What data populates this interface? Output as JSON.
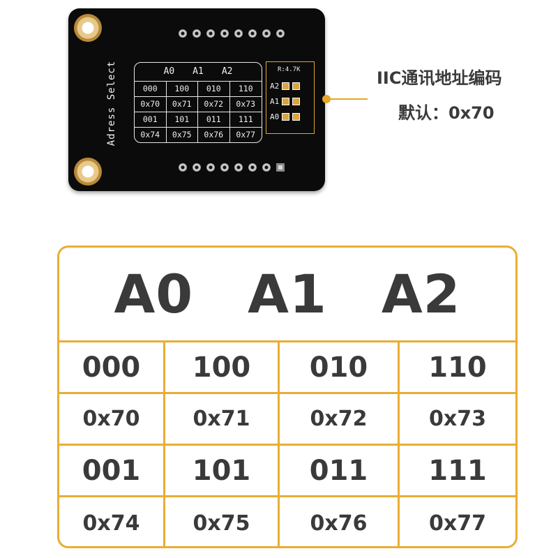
{
  "pcb": {
    "side_label": "Adress Select",
    "silk_header": [
      "A0",
      "A1",
      "A2"
    ],
    "silk_rows": [
      [
        "000",
        "100",
        "010",
        "110"
      ],
      [
        "0x70",
        "0x71",
        "0x72",
        "0x73"
      ],
      [
        "001",
        "101",
        "011",
        "111"
      ],
      [
        "0x74",
        "0x75",
        "0x76",
        "0x77"
      ]
    ],
    "resistor_label": "R:4.7K",
    "jumpers": [
      "A2",
      "A1",
      "A0"
    ],
    "accent_color": "#e6a528"
  },
  "caption": {
    "title": "IIC通讯地址编码",
    "default": "默认：0x70"
  },
  "table": {
    "header": [
      "A0",
      "A1",
      "A2"
    ],
    "rows": [
      [
        "000",
        "100",
        "010",
        "110"
      ],
      [
        "0x70",
        "0x71",
        "0x72",
        "0x73"
      ],
      [
        "001",
        "101",
        "011",
        "111"
      ],
      [
        "0x74",
        "0x75",
        "0x76",
        "0x77"
      ]
    ],
    "border_color": "#e9ad35",
    "text_color": "#3a3a3a"
  }
}
